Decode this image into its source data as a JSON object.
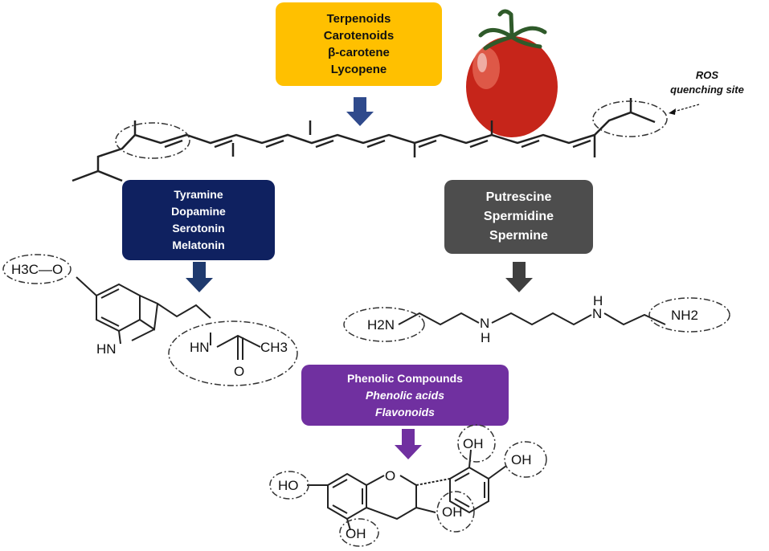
{
  "terpenoid_box": {
    "lines": [
      "Terpenoids",
      "Carotenoids",
      "β-carotene",
      "Lycopene"
    ],
    "color": "#FFC000"
  },
  "amine_box": {
    "lines": [
      "Tyramine",
      "Dopamine",
      "Serotonin",
      "Melatonin"
    ],
    "color": "#0F2160"
  },
  "polyamine_box": {
    "lines": [
      "Putrescine",
      "Spermidine",
      "Spermine"
    ],
    "color": "#4D4D4D"
  },
  "phenolic_box": {
    "title": "Phenolic Compounds",
    "lines": [
      "Phenolic acids",
      "Flavonoids"
    ],
    "color": "#7030A0"
  },
  "annotation": {
    "line1": "ROS",
    "line2": "quenching site"
  },
  "melatonin_labels": {
    "methoxy": "H3C—O",
    "methoxy_sub": "3",
    "nh_ring": "HN",
    "amide_nh": "HN",
    "methyl": "CH3",
    "carbonyl_o": "O"
  },
  "spermine_labels": {
    "left_amine": "H2N",
    "nh1": "N",
    "h1": "H",
    "nh2": "N",
    "h2": "H",
    "right_amine": "NH2"
  },
  "flavonoid_labels": {
    "oh_left": "HO",
    "o_ring": "O",
    "oh_bottom": "OH",
    "oh_c3": "OH",
    "oh_top": "OH",
    "oh_right": "OH"
  },
  "arrow_colors": {
    "terpenoid": "#2F4A8C",
    "amine": "#1F3A6E",
    "polyamine": "#3F3F3F",
    "phenolic": "#7030A0"
  },
  "tomato_colors": {
    "body": "#C6251A",
    "highlight": "#F2836E",
    "stem": "#2F5A2A"
  }
}
